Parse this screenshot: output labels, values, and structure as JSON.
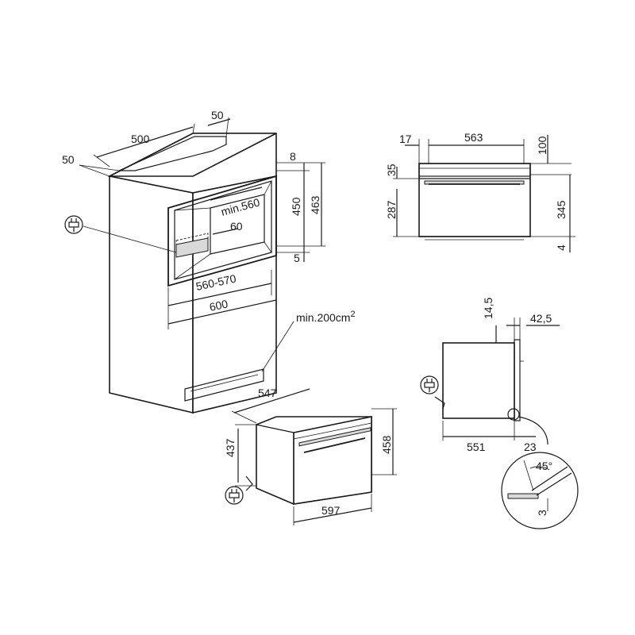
{
  "dimensions": {
    "depth_left": "50",
    "width_top": "500",
    "depth_right": "50",
    "niche_top_gap": "8",
    "niche_height": "450",
    "niche_total": "463",
    "niche_bottom_gap": "5",
    "niche_depth": "min.560",
    "niche_inner": "60",
    "niche_width": "560-570",
    "cabinet_width": "600",
    "vent_area": "min.200cm",
    "vent_area_sup": "2",
    "oven_depth": "547",
    "oven_height": "437",
    "oven_front_height": "458",
    "oven_width": "597",
    "front_left": "17",
    "front_width": "563",
    "front_top": "100",
    "front_panel": "35",
    "front_body": "287",
    "front_right": "345",
    "front_bottom": "4",
    "side_top": "14,5",
    "side_door": "42,5",
    "side_depth": "551",
    "side_offset": "23",
    "detail_angle": "45°",
    "detail_gap": "3"
  }
}
